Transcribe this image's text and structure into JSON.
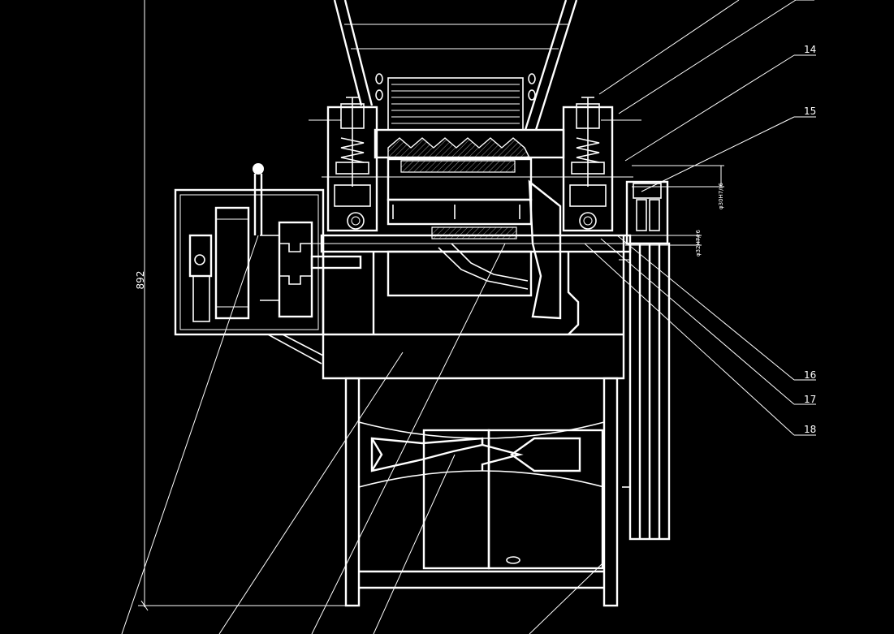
{
  "drawing": {
    "background_color": "#000000",
    "line_color": "#ffffff",
    "dimension_label": "892",
    "fit_label_a": "φ30H7/r6",
    "fit_label_b": "φ32H7/r6",
    "callouts": [
      "14",
      "15",
      "16",
      "17",
      "18"
    ]
  }
}
